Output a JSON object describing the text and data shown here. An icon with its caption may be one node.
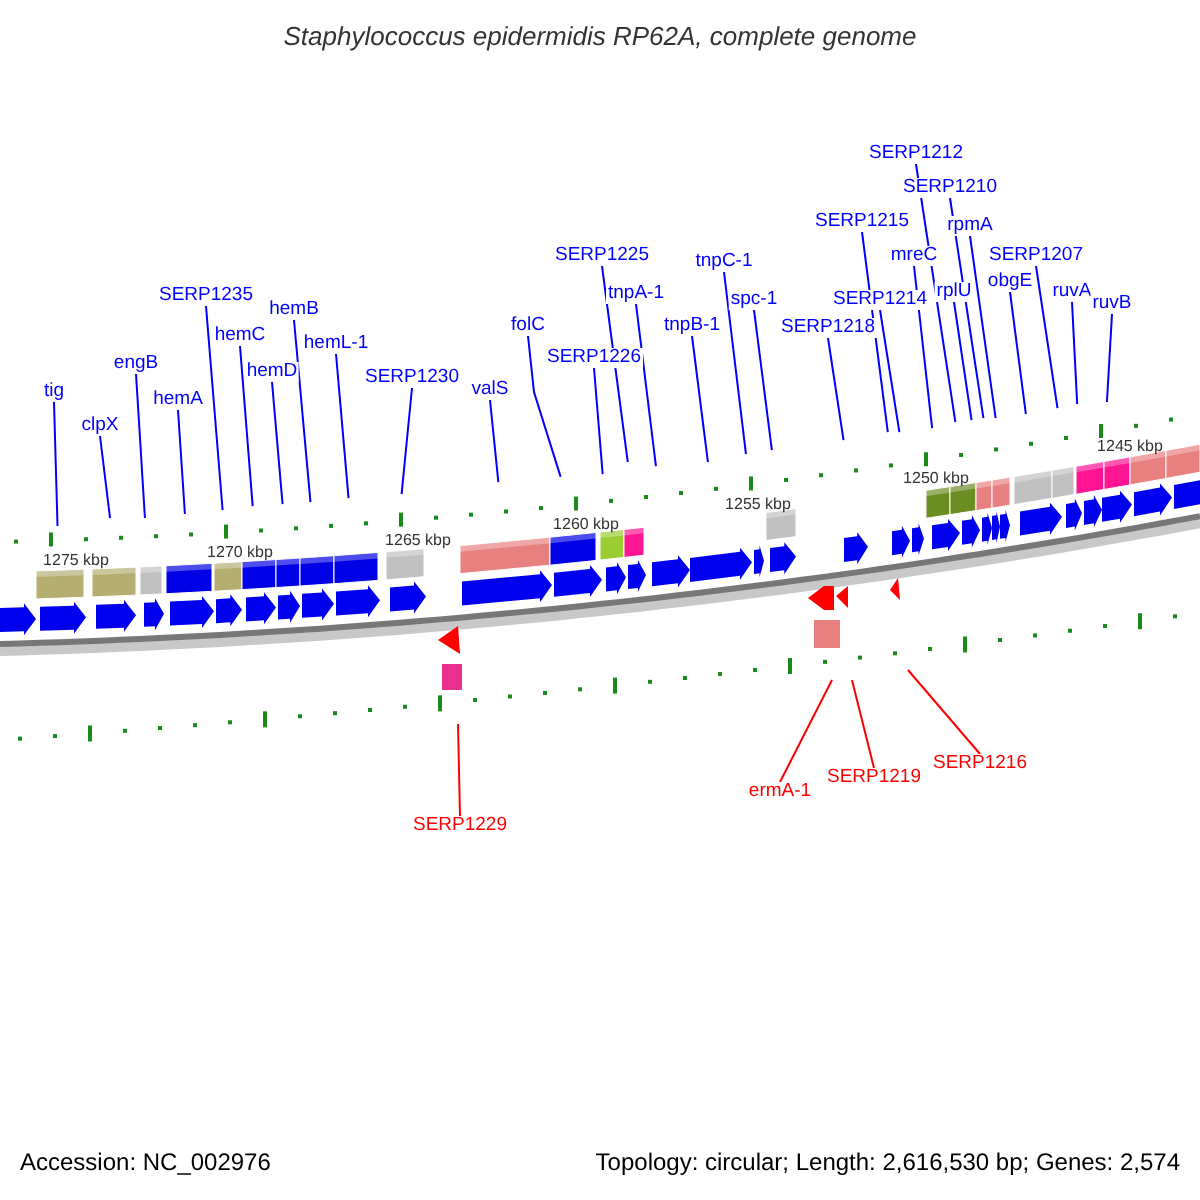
{
  "diagram": {
    "title": "Staphylococcus epidermidis RP62A, complete genome",
    "nodes": [
      {
        "text": [
          "tig"
        ]
      },
      {
        "text": [
          "clpX"
        ]
      },
      {
        "text": [
          "engB"
        ]
      },
      {
        "text": [
          "hemA"
        ]
      },
      {
        "text": [
          "SERP1235"
        ]
      },
      {
        "text": [
          "hemC"
        ]
      },
      {
        "text": [
          "hemD"
        ]
      },
      {
        "text": [
          "hemB"
        ]
      },
      {
        "text": [
          "hemL-1"
        ]
      },
      {
        "text": [
          "SERP1230"
        ]
      },
      {
        "text": [
          "valS"
        ]
      },
      {
        "text": [
          "folC"
        ]
      },
      {
        "text": [
          "SERP1225"
        ]
      },
      {
        "text": [
          "SERP1226"
        ]
      },
      {
        "text": [
          "tnpA-1"
        ]
      },
      {
        "text": [
          "tnpB-1"
        ]
      },
      {
        "text": [
          "tnpC-1"
        ]
      },
      {
        "text": [
          "spc-1"
        ]
      },
      {
        "text": [
          "SERP1218"
        ]
      },
      {
        "text": [
          "SERP1215"
        ]
      },
      {
        "text": [
          "SERP1214"
        ]
      },
      {
        "text": [
          "mreC"
        ]
      },
      {
        "text": [
          "SERP1212"
        ]
      },
      {
        "text": [
          "rplU"
        ]
      },
      {
        "text": [
          "SERP1210"
        ]
      },
      {
        "text": [
          "rpmA"
        ]
      },
      {
        "text": [
          "obgE"
        ]
      },
      {
        "text": [
          "SERP1207"
        ]
      },
      {
        "text": [
          "ruvA"
        ]
      },
      {
        "text": [
          "ruvB"
        ]
      },
      {
        "text": [
          "SERP1229"
        ]
      },
      {
        "text": [
          "ermA-1"
        ]
      },
      {
        "text": [
          "SERP1219"
        ]
      },
      {
        "text": [
          "SERP1216"
        ]
      }
    ],
    "edges": [
      {
        "from": 0,
        "to": null,
        "arrow": "none"
      },
      {
        "from": 1,
        "to": null,
        "arrow": "none"
      },
      {
        "from": 2,
        "to": null,
        "arrow": "none"
      },
      {
        "from": 3,
        "to": null,
        "arrow": "none"
      },
      {
        "from": 4,
        "to": null,
        "arrow": "none"
      },
      {
        "from": 5,
        "to": null,
        "arrow": "none"
      },
      {
        "from": 6,
        "to": null,
        "arrow": "none"
      },
      {
        "from": 7,
        "to": null,
        "arrow": "none"
      },
      {
        "from": 8,
        "to": null,
        "arrow": "none"
      },
      {
        "from": 9,
        "to": null,
        "arrow": "none"
      },
      {
        "from": 10,
        "to": null,
        "arrow": "none"
      },
      {
        "from": 11,
        "to": null,
        "arrow": "none"
      },
      {
        "from": 12,
        "to": null,
        "arrow": "none"
      },
      {
        "from": 13,
        "to": null,
        "arrow": "none"
      },
      {
        "from": 14,
        "to": null,
        "arrow": "none"
      },
      {
        "from": 15,
        "to": null,
        "arrow": "none"
      },
      {
        "from": 16,
        "to": null,
        "arrow": "none"
      },
      {
        "from": 17,
        "to": null,
        "arrow": "none"
      },
      {
        "from": 18,
        "to": null,
        "arrow": "none"
      },
      {
        "from": 19,
        "to": null,
        "arrow": "none"
      },
      {
        "from": 20,
        "to": null,
        "arrow": "none"
      },
      {
        "from": 21,
        "to": null,
        "arrow": "none"
      },
      {
        "from": 22,
        "to": null,
        "arrow": "none"
      },
      {
        "from": 23,
        "to": null,
        "arrow": "none"
      },
      {
        "from": 24,
        "to": null,
        "arrow": "none"
      },
      {
        "from": 25,
        "to": null,
        "arrow": "none"
      },
      {
        "from": 26,
        "to": null,
        "arrow": "none"
      },
      {
        "from": 27,
        "to": null,
        "arrow": "none"
      },
      {
        "from": 28,
        "to": null,
        "arrow": "none"
      },
      {
        "from": 29,
        "to": null,
        "arrow": "none"
      },
      {
        "from": 30,
        "to": null,
        "arrow": "none",
        "color": "#ff0000"
      },
      {
        "from": 31,
        "to": null,
        "arrow": "none",
        "color": "#ff0000"
      },
      {
        "from": 32,
        "to": null,
        "arrow": "none",
        "color": "#ff0000"
      },
      {
        "from": 33,
        "to": null,
        "arrow": "none",
        "color": "#ff0000"
      }
    ],
    "labels": [
      "1245 kbp",
      "1250 kbp",
      "1255 kbp",
      "1260 kbp",
      "1265 kbp",
      "1270 kbp",
      "1275 kbp",
      "Accession: NC_002976",
      "Topology: circular; Length: 2,616,530 bp; Genes: 2,574"
    ]
  }
}
